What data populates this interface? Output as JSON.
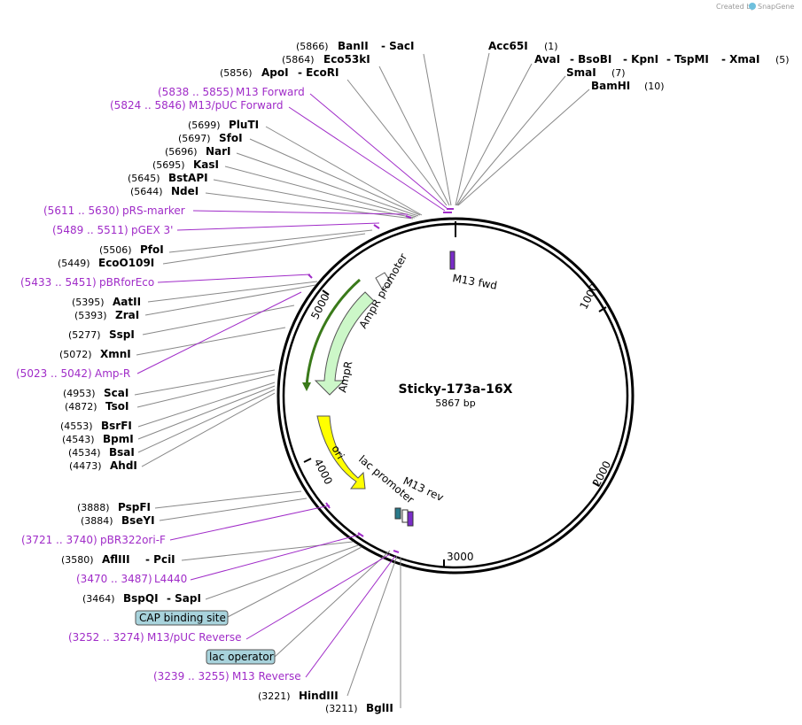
{
  "brand": {
    "created_by": "Created by",
    "name": "SnapGene"
  },
  "plasmid": {
    "name": "Sticky-173a-16X",
    "size": "5867 bp"
  },
  "ticks": [
    "1000",
    "2000",
    "3000",
    "4000",
    "5000"
  ],
  "top_sites": {
    "banii_pos": "(5866)",
    "banii": "BanII",
    "saci": "- SacI",
    "eco53ki_pos": "(5864)",
    "eco53ki": "Eco53kI",
    "apoi_pos": "(5856)",
    "apoi": "ApoI",
    "ecori": "- EcoRI",
    "acc65i": "Acc65I",
    "acc65i_pos": "(1)",
    "avai": "AvaI",
    "bsobi": "- BsoBI",
    "kpni": "- KpnI",
    "tspmi": "- TspMI",
    "xmai": "- XmaI",
    "xmai_pos": "(5)",
    "smai": "SmaI",
    "smai_pos": "(7)",
    "bamhi": "BamHI",
    "bamhi_pos": "(10)"
  },
  "left_sites": {
    "m13fwd_range": "(5838 .. 5855)",
    "m13fwd": "M13 Forward",
    "m13puc_range": "(5824 .. 5846)",
    "m13puc": "M13/pUC Forward",
    "pluti_pos": "(5699)",
    "pluti": "PluTI",
    "sfoi_pos": "(5697)",
    "sfoi": "SfoI",
    "nari_pos": "(5696)",
    "nari": "NarI",
    "kasi_pos": "(5695)",
    "kasi": "KasI",
    "bstapi_pos": "(5645)",
    "bstapi": "BstAPI",
    "ndei_pos": "(5644)",
    "ndei": "NdeI",
    "prs_range": "(5611 .. 5630)",
    "prs": "pRS-marker",
    "pgex_range": "(5489 .. 5511)",
    "pgex": "pGEX 3'",
    "pfoi_pos": "(5506)",
    "pfoi": "PfoI",
    "eco109_pos": "(5449)",
    "eco109": "EcoO109I",
    "pbr_range": "(5433 .. 5451)",
    "pbr": "pBRforEco",
    "aatii_pos": "(5395)",
    "aatii": "AatII",
    "zrai_pos": "(5393)",
    "zrai": "ZraI",
    "sspi_pos": "(5277)",
    "sspi": "SspI",
    "xmni_pos": "(5072)",
    "xmni": "XmnI",
    "ampr_range": "(5023 .. 5042)",
    "ampr": "Amp-R",
    "scai_pos": "(4953)",
    "scai": "ScaI",
    "tsoi_pos": "(4872)",
    "tsoi": "TsoI",
    "bsrfi_pos": "(4553)",
    "bsrfi": "BsrFI",
    "bpmi_pos": "(4543)",
    "bpmi": "BpmI",
    "bsai_pos": "(4534)",
    "bsai": "BsaI",
    "ahdi_pos": "(4473)",
    "ahdi": "AhdI"
  },
  "bottom_sites": {
    "pspfi_pos": "(3888)",
    "pspfi": "PspFI",
    "bseyi_pos": "(3884)",
    "bseyi": "BseYI",
    "pbr322_range": "(3721 .. 3740)",
    "pbr322": "pBR322ori-F",
    "afliii_pos": "(3580)",
    "afliii": "AflIII",
    "pcii": "- PciI",
    "l4440_range": "(3470 .. 3487)",
    "l4440": "L4440",
    "bspqi_pos": "(3464)",
    "bspqi": "BspQI",
    "sapi": "- SapI",
    "cap": "CAP binding site",
    "m13pucrev_range": "(3252 .. 3274)",
    "m13pucrev": "M13/pUC Reverse",
    "lacop": "lac operator",
    "m13rev_range": "(3239 .. 3255)",
    "m13rev": "M13 Reverse",
    "hindiii_pos": "(3221)",
    "hindiii": "HindIII",
    "bglii_pos": "(3211)",
    "bglii": "BglII"
  },
  "features": {
    "m13fwd": "M13 fwd",
    "ampr_promoter": "AmpR promoter",
    "ampr": "AmpR",
    "ori": "ori",
    "lac_promoter": "lac promoter",
    "m13rev": "M13 rev"
  },
  "colors": {
    "primer": "#a02cc8",
    "ampr_fill": "#ccf7c8",
    "ampr_inner": "#3a7a1a",
    "ori_fill": "#ffff00",
    "box_fill": "#a8d3dc",
    "line": "#888888"
  }
}
